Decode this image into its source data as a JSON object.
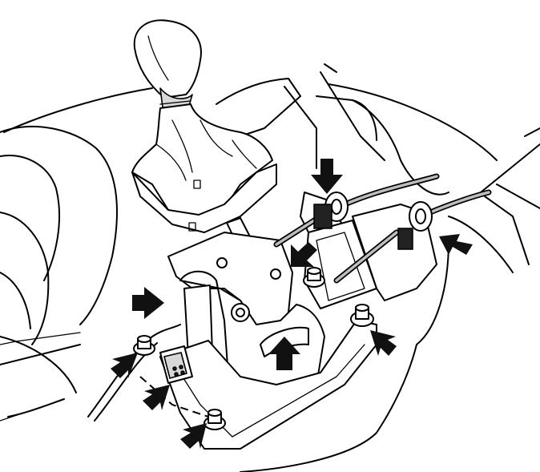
{
  "figure": {
    "callouts": [
      {
        "id": "cable-upper-clip",
        "direction": "down"
      },
      {
        "id": "cable-end-left",
        "direction": "down-left"
      },
      {
        "id": "cable-lower-clip",
        "direction": "left"
      },
      {
        "id": "bracket-left",
        "direction": "right"
      },
      {
        "id": "front-bolt-left",
        "direction": "up-right"
      },
      {
        "id": "connector",
        "direction": "up-right"
      },
      {
        "id": "front-bolt-bottom",
        "direction": "up-right"
      },
      {
        "id": "center-slot",
        "direction": "up"
      },
      {
        "id": "rear-bolt-right",
        "direction": "up-left"
      }
    ],
    "colors": {
      "line": "#000000",
      "arrow": "#111111",
      "shade": "#d8d8d8",
      "background": "#ffffff"
    }
  }
}
